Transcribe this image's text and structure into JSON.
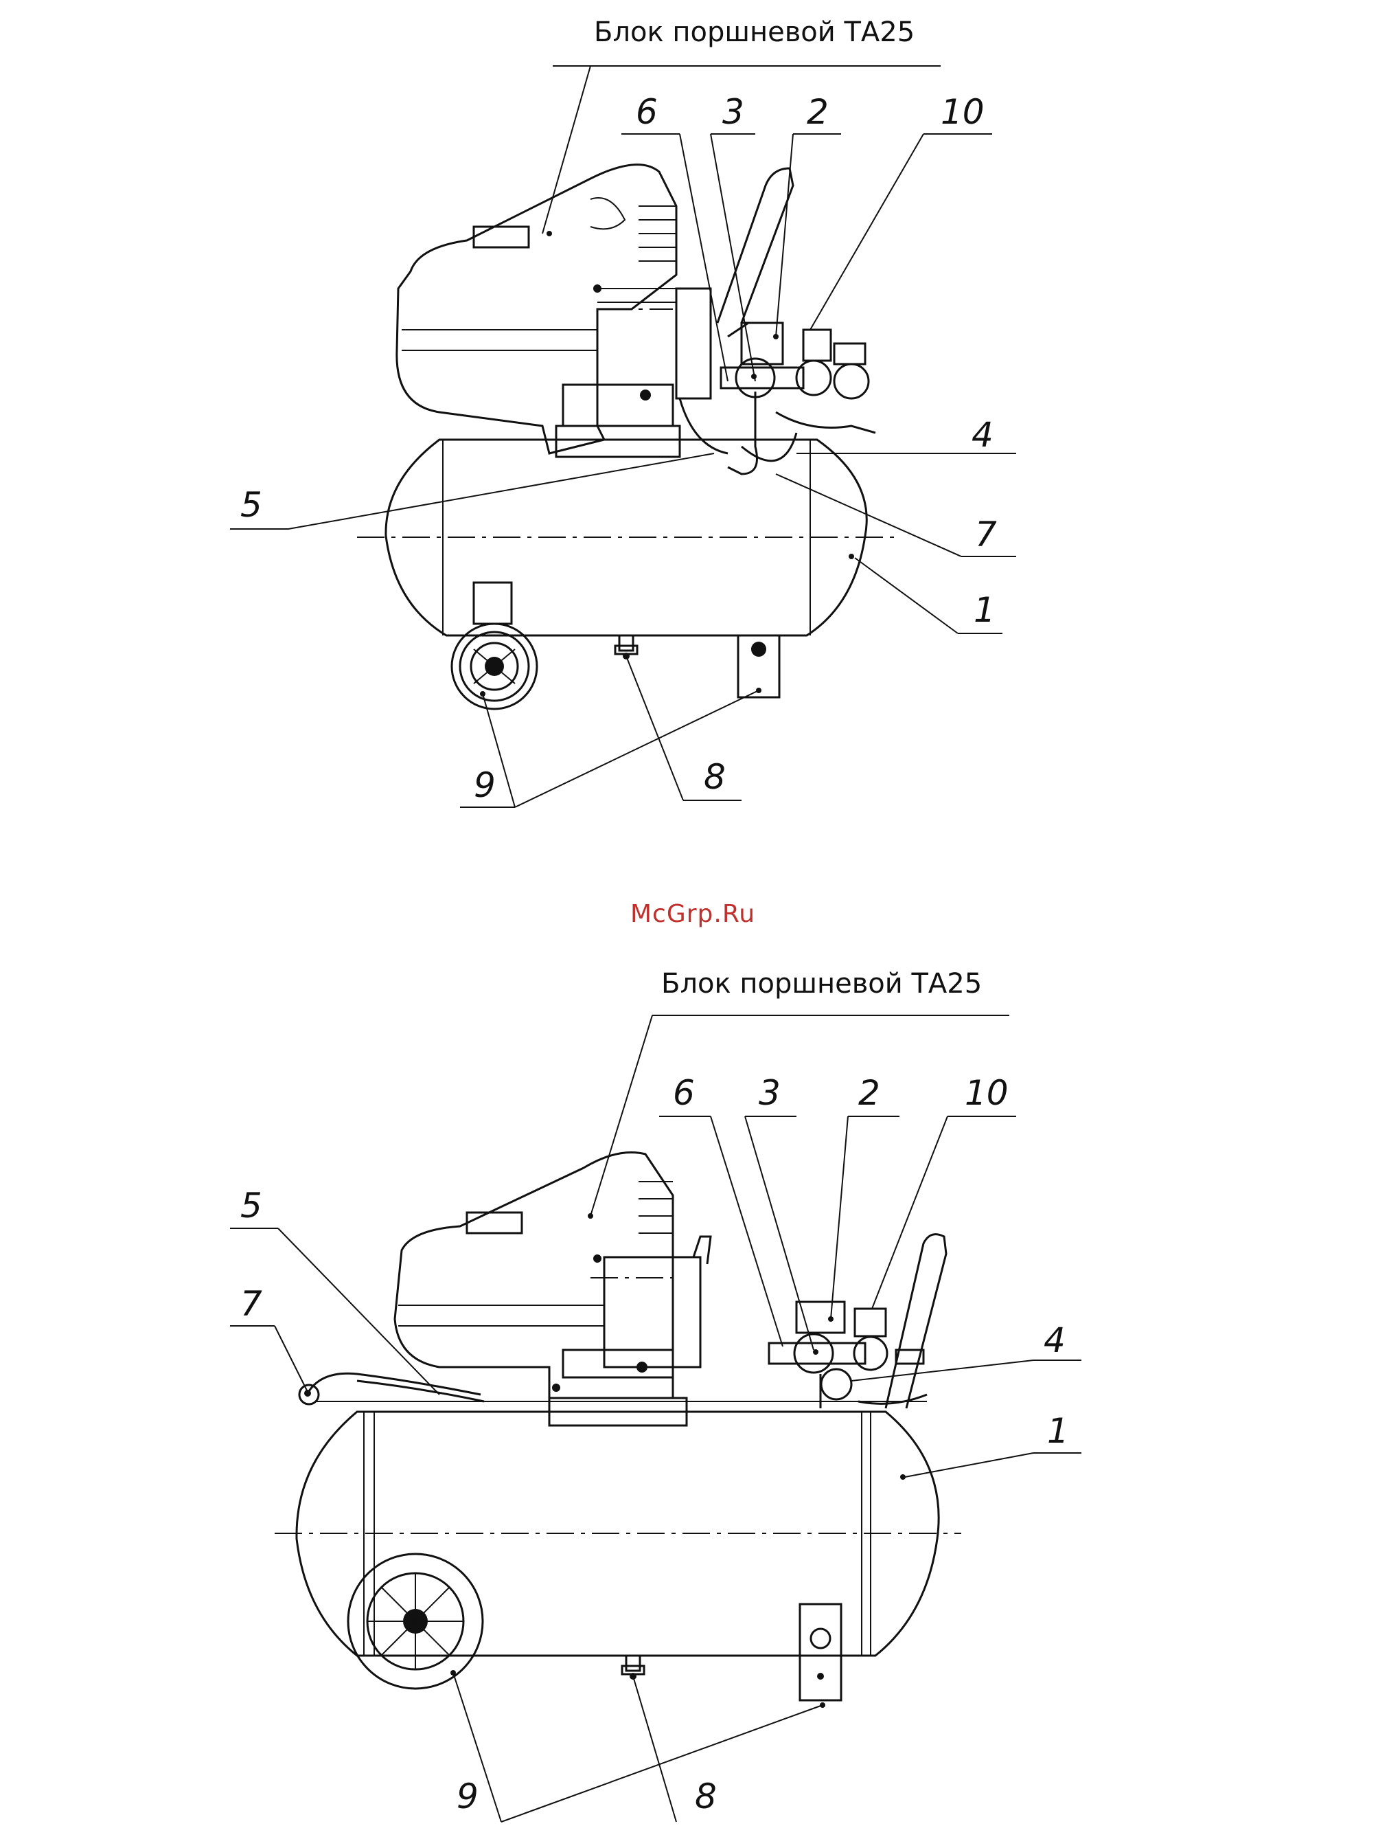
{
  "watermark": "McGrp.Ru",
  "colors": {
    "ink": "#111111",
    "watermark": "#c0302c",
    "background": "#ffffff"
  },
  "figure_top": {
    "title": "Блок поршневой ТА25",
    "callouts": [
      "6",
      "3",
      "2",
      "10",
      "4",
      "5",
      "7",
      "1",
      "9",
      "8"
    ]
  },
  "figure_bottom": {
    "title": "Блок поршневой ТА25",
    "callouts": [
      "6",
      "3",
      "2",
      "10",
      "5",
      "7",
      "4",
      "1",
      "9",
      "8"
    ]
  }
}
